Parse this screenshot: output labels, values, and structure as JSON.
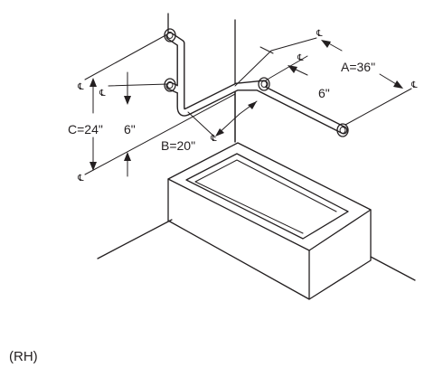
{
  "dimensions": {
    "a": "A=36\"",
    "b": "B=20\"",
    "c": "C=24\"",
    "offset_top": "6\"",
    "offset_left": "6\""
  },
  "centerline_symbol": "℄",
  "caption": "(RH)"
}
